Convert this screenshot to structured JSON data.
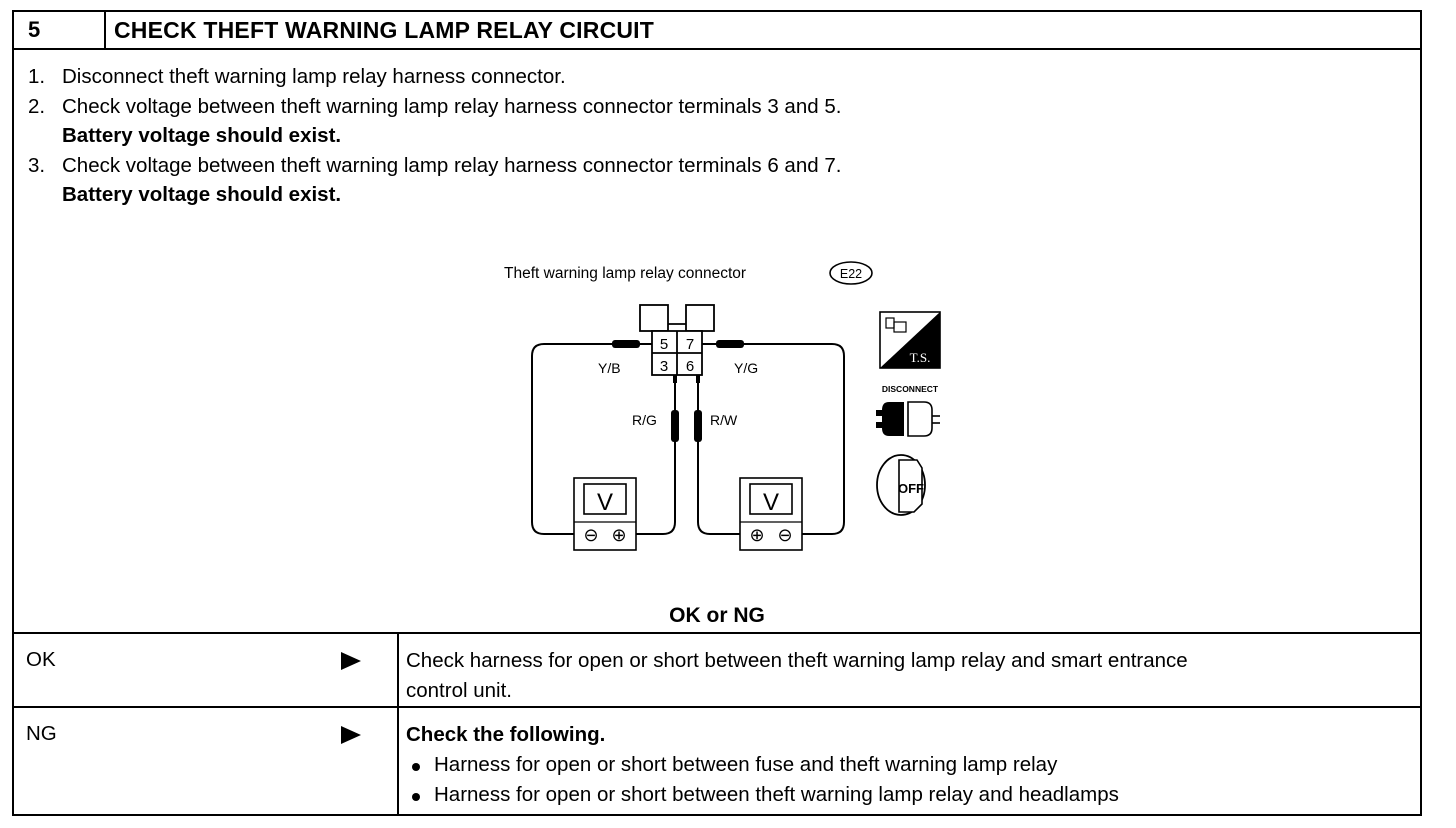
{
  "header": {
    "step_number": "5",
    "title": "CHECK THEFT WARNING LAMP RELAY CIRCUIT"
  },
  "procedure": [
    {
      "num": "1.",
      "text": "Disconnect theft warning lamp relay harness connector."
    },
    {
      "num": "2.",
      "text": "Check voltage between theft warning lamp relay harness connector terminals 3 and 5.",
      "note": "Battery voltage should exist."
    },
    {
      "num": "3.",
      "text": "Check voltage between theft warning lamp relay harness connector terminals 6 and 7.",
      "note": "Battery voltage should exist."
    }
  ],
  "diagram": {
    "caption": "Theft warning lamp relay connector",
    "connector_code": "E22",
    "terminals": {
      "t5": "5",
      "t7": "7",
      "t3": "3",
      "t6": "6"
    },
    "wires": {
      "yb": "Y/B",
      "yg": "Y/G",
      "rg": "R/G",
      "rw": "R/W"
    },
    "meter_symbol": "V",
    "minus": "⊖",
    "plus": "⊕",
    "icons": {
      "ts_label": "T.S.",
      "disconnect_label": "DISCONNECT",
      "off_label": "OFF"
    }
  },
  "judgement": "OK or NG",
  "results": {
    "ok": {
      "label": "OK",
      "text_line1": "Check harness for open or short between theft warning lamp relay and smart entrance",
      "text_line2": "control unit."
    },
    "ng": {
      "label": "NG",
      "heading": "Check the following.",
      "items": [
        "Harness for open or short between fuse and theft warning lamp relay",
        "Harness for open or short between theft warning lamp relay and headlamps"
      ]
    }
  }
}
